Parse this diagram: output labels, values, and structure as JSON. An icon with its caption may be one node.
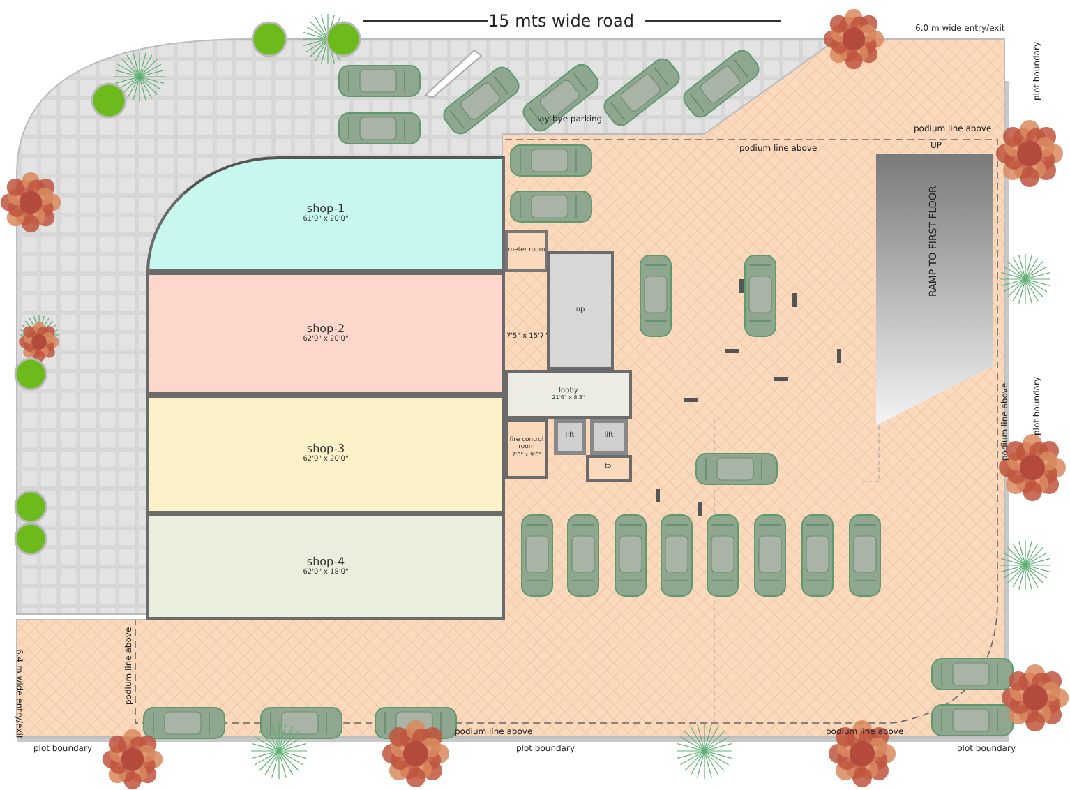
{
  "diagram": {
    "nodes": [
      {
        "text": [
          "shop-1",
          "61'0\" x 20'0\""
        ]
      },
      {
        "text": [
          "shop-2",
          "62'0\" x 20'0\""
        ]
      },
      {
        "text": [
          "shop-3",
          "62'0\" x 20'0\""
        ]
      },
      {
        "text": [
          "shop-4",
          "62'0\" x 18'0\""
        ]
      },
      {
        "text": [
          "meter room"
        ]
      },
      {
        "text": [
          "up"
        ]
      },
      {
        "text": [
          "lobby",
          "21'6\" x 8'3\""
        ]
      },
      {
        "text": [
          "fire control room",
          "7'0\" x 9'0\""
        ]
      },
      {
        "text": [
          "lift"
        ]
      },
      {
        "text": [
          "lift"
        ]
      },
      {
        "text": [
          "toi"
        ]
      },
      {
        "text": [
          "RAMP TO FIRST FLOOR"
        ]
      }
    ],
    "labels": [
      "15 mts wide road",
      "6.0 m wide entry/exit",
      "lay-bye parking",
      "podium line above",
      "podium line above",
      "UP",
      "plot boundary",
      "7'5\" x 15'7\"",
      "podium line above",
      "plot boundary",
      "6.4 m wide entry/exit",
      "podium line above",
      "podium line above",
      "podium line above",
      "plot boundary",
      "plot boundary",
      "plot boundary"
    ]
  }
}
